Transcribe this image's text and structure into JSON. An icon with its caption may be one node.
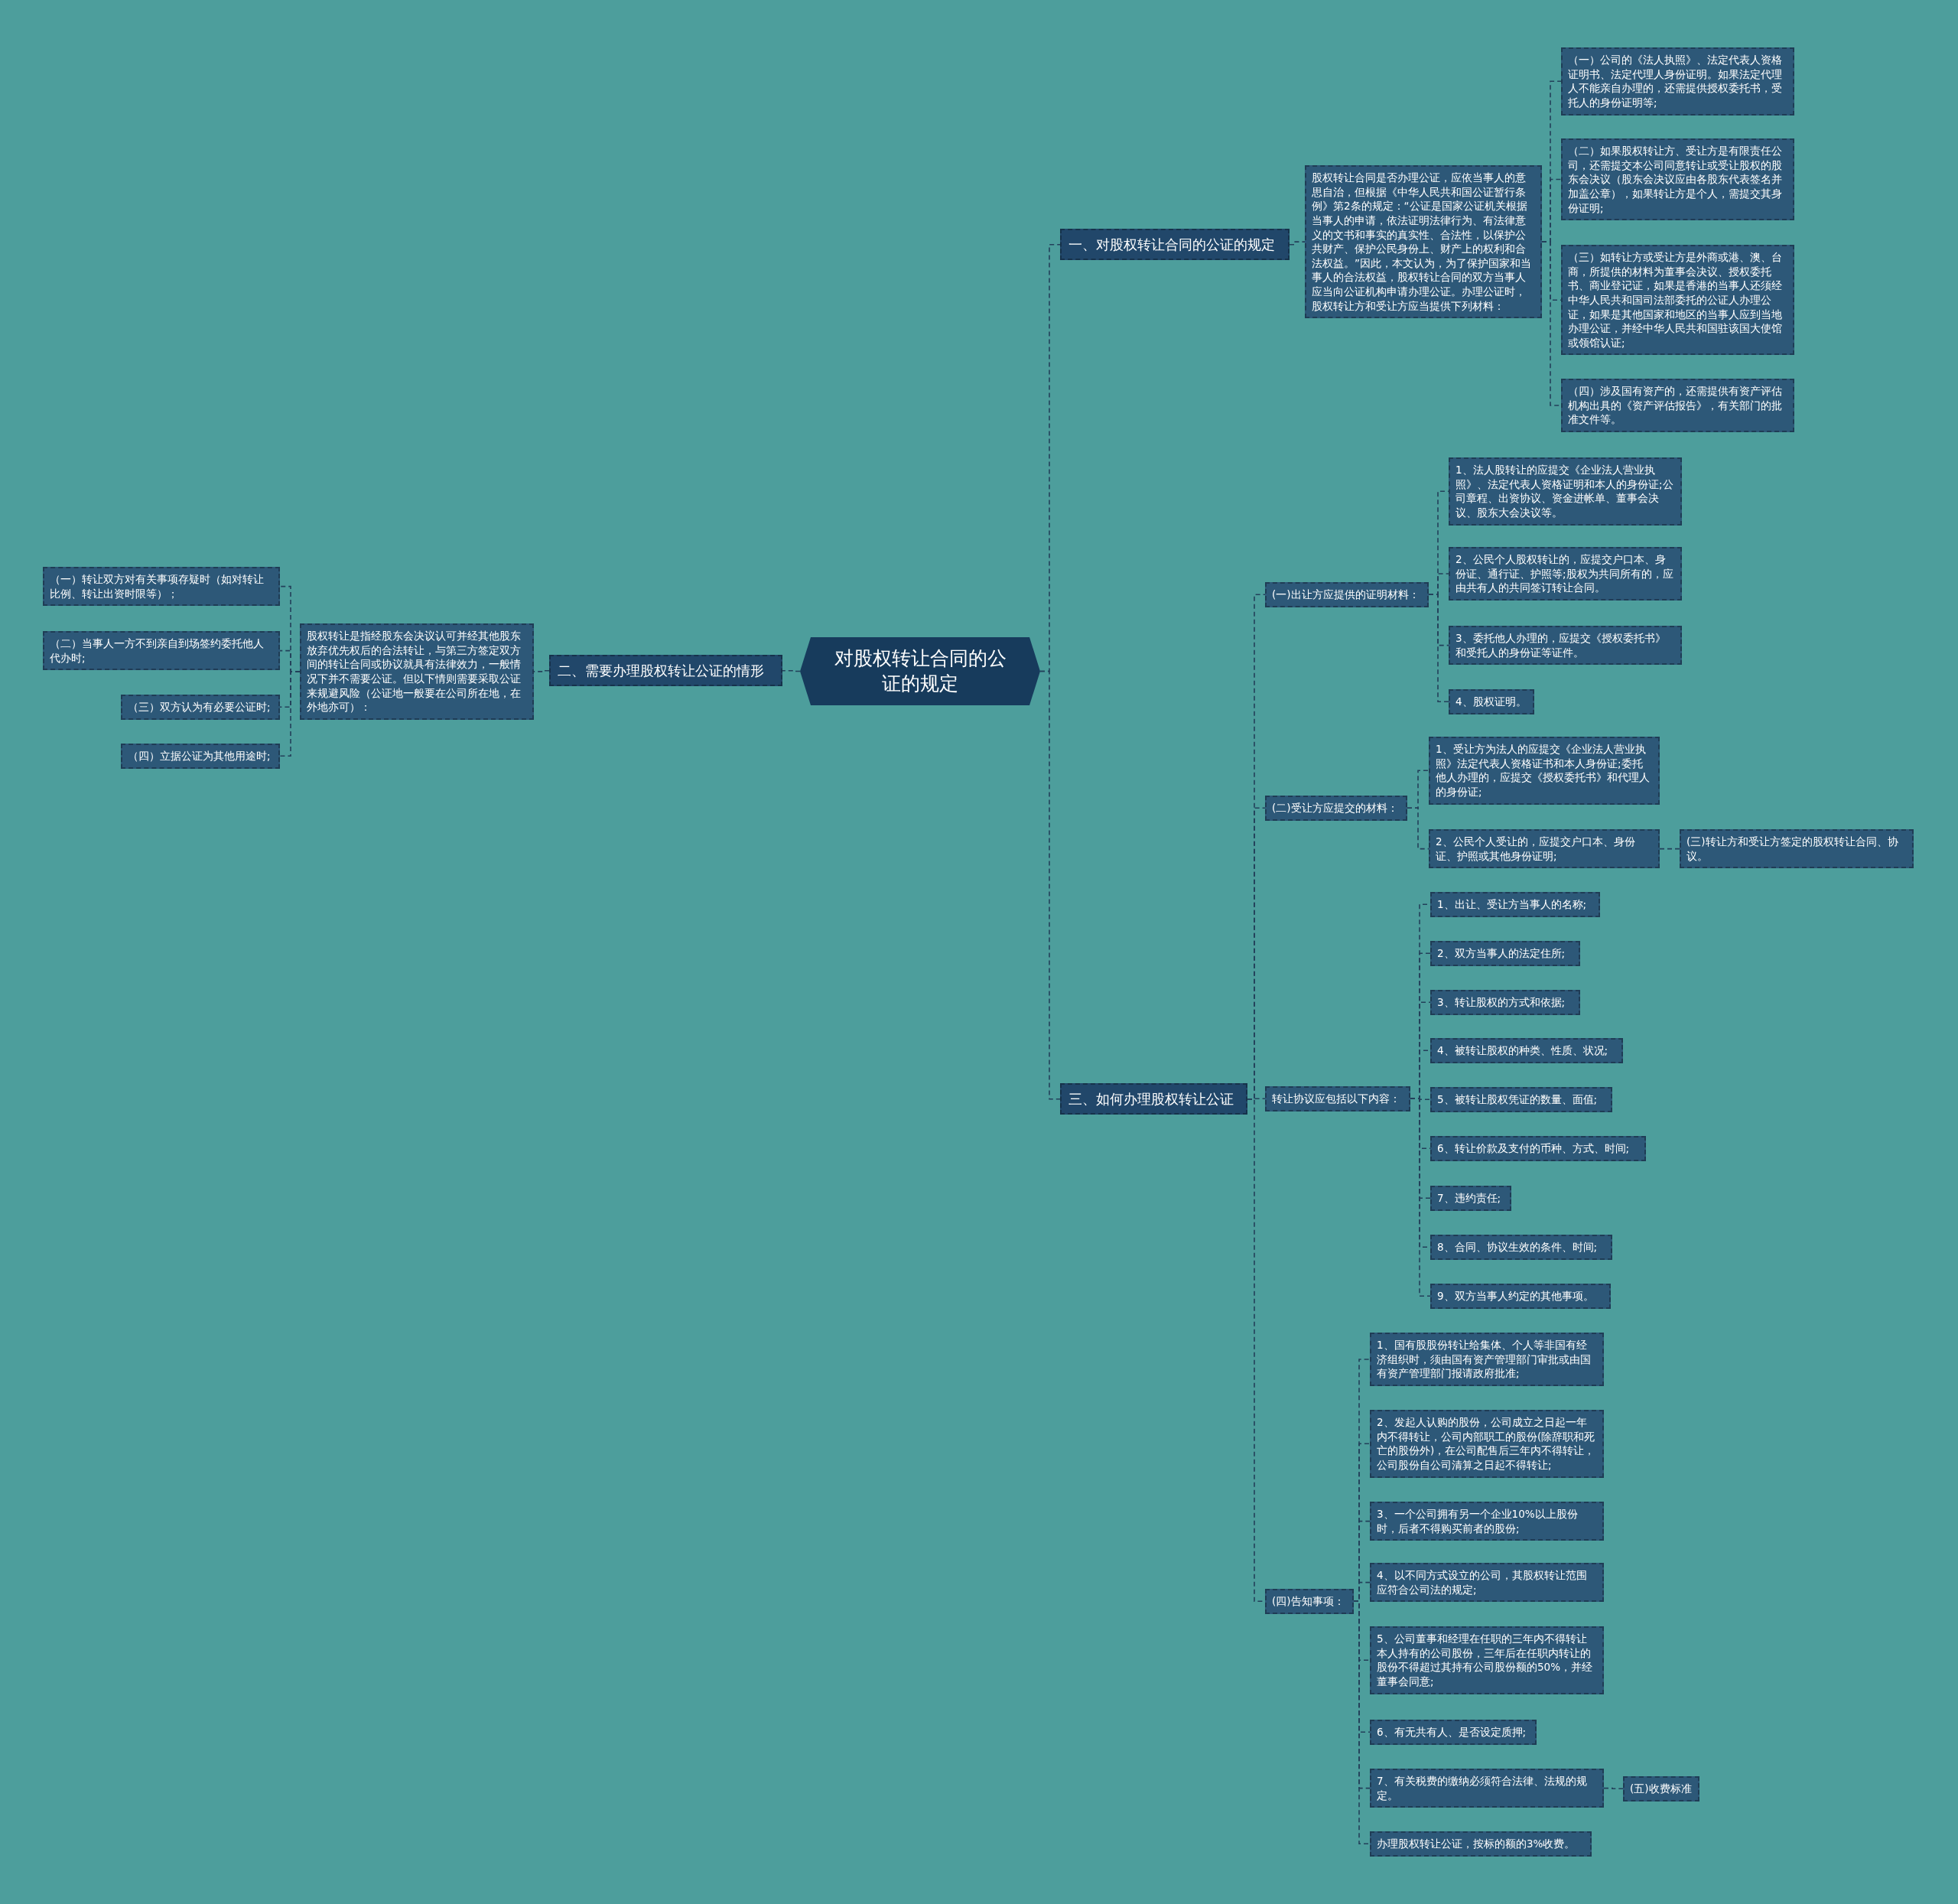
{
  "diagram": {
    "nodes": [
      {
        "text": [
          "对股权转让合同的公证的规定"
        ]
      },
      {
        "text": [
          "一、对股权转让合同的公证的规定"
        ]
      },
      {
        "text": [
          "股权转让合同是否办理公证，应依当事人的意思自治，但根据《中华人民共和国公证暂行条例》第2条的规定：“公证是国家公证机关根据当事人的申请，依法证明法律行为、有法律意义的文书和事实的真实性、合法性，以保护公共财产、保护公民身份上、财产上的权利和合法权益。”因此，本文认为，为了保护国家和当事人的合法权益，股权转让合同的双方当事人应当向公证机构申请办理公证。办理公证时，股权转让方和受让方应当提供下列材料："
        ]
      },
      {
        "text": [
          "（一）公司的《法人执照》、法定代表人资格证明书、法定代理人身份证明。如果法定代理人不能亲自办理的，还需提供授权委托书，受托人的身份证明等;"
        ]
      },
      {
        "text": [
          "（二）如果股权转让方、受让方是有限责任公司，还需提交本公司同意转让或受让股权的股东会决议（股东会决议应由各股东代表签名并加盖公章），如果转让方是个人，需提交其身份证明;"
        ]
      },
      {
        "text": [
          "（三）如转让方或受让方是外商或港、澳、台商，所提供的材料为董事会决议、授权委托书、商业登记证，如果是香港的当事人还须经中华人民共和国司法部委托的公证人办理公证，如果是其他国家和地区的当事人应到当地办理公证，并经中华人民共和国驻该国大使馆或领馆认证;"
        ]
      },
      {
        "text": [
          "（四）涉及国有资产的，还需提供有资产评估机构出具的《资产评估报告》，有关部门的批准文件等。"
        ]
      },
      {
        "text": [
          "二、需要办理股权转让公证的情形"
        ]
      },
      {
        "text": [
          "股权转让是指经股东会决议认可并经其他股东放弃优先权后的合法转让，与第三方签定双方间的转让合同或协议就具有法律效力，一般情况下并不需要公证。但以下情则需要采取公证来规避风险（公证地一般要在公司所在地，在外地亦可）："
        ]
      },
      {
        "text": [
          "（一）转让双方对有关事项存疑时（如对转让比例、转让出资时限等）；"
        ]
      },
      {
        "text": [
          "（二）当事人一方不到亲自到场签约委托他人代办时;"
        ]
      },
      {
        "text": [
          "（三）双方认为有必要公证时;"
        ]
      },
      {
        "text": [
          "（四）立据公证为其他用途时;"
        ]
      },
      {
        "text": [
          "三、如何办理股权转让公证"
        ]
      },
      {
        "text": [
          "(一)出让方应提供的证明材料："
        ]
      },
      {
        "text": [
          "1、法人股转让的应提交《企业法人营业执照》、法定代表人资格证明和本人的身份证;公司章程、出资协议、资金进帐单、董事会决议、股东大会决议等。"
        ]
      },
      {
        "text": [
          "2、公民个人股权转让的，应提交户口本、身份证、通行证、护照等;股权为共同所有的，应由共有人的共同签订转让合同。"
        ]
      },
      {
        "text": [
          "3、委托他人办理的，应提交《授权委托书》和受托人的身份证等证件。"
        ]
      },
      {
        "text": [
          "4、股权证明。"
        ]
      },
      {
        "text": [
          "(二)受让方应提交的材料："
        ]
      },
      {
        "text": [
          "1、受让方为法人的应提交《企业法人营业执照》法定代表人资格证书和本人身份证;委托他人办理的，应提交《授权委托书》和代理人的身份证;"
        ]
      },
      {
        "text": [
          "2、公民个人受让的，应提交户口本、身份证、护照或其他身份证明;"
        ]
      },
      {
        "text": [
          "(三)转让方和受让方签定的股权转让合同、协议。"
        ]
      },
      {
        "text": [
          "转让协议应包括以下内容："
        ]
      },
      {
        "text": [
          "1、出让、受让方当事人的名称;"
        ]
      },
      {
        "text": [
          "2、双方当事人的法定住所;"
        ]
      },
      {
        "text": [
          "3、转让股权的方式和依据;"
        ]
      },
      {
        "text": [
          "4、被转让股权的种类、性质、状况;"
        ]
      },
      {
        "text": [
          "5、被转让股权凭证的数量、面值;"
        ]
      },
      {
        "text": [
          "6、转让价款及支付的币种、方式、时间;"
        ]
      },
      {
        "text": [
          "7、违约责任;"
        ]
      },
      {
        "text": [
          "8、合同、协议生效的条件、时间;"
        ]
      },
      {
        "text": [
          "9、双方当事人约定的其他事项。"
        ]
      },
      {
        "text": [
          "(四)告知事项："
        ]
      },
      {
        "text": [
          "1、国有股股份转让给集体、个人等非国有经济组织时，须由国有资产管理部门审批或由国有资产管理部门报请政府批准;"
        ]
      },
      {
        "text": [
          "2、发起人认购的股份，公司成立之日起一年内不得转让，公司内部职工的股份(除辞职和死亡的股份外)，在公司配售后三年内不得转让，公司股份自公司清算之日起不得转让;"
        ]
      },
      {
        "text": [
          "3、一个公司拥有另一个企业10%以上股份时，后者不得购买前者的股份;"
        ]
      },
      {
        "text": [
          "4、以不同方式设立的公司，其股权转让范围应符合公司法的规定;"
        ]
      },
      {
        "text": [
          "5、公司董事和经理在任职的三年内不得转让本人持有的公司股份，三年后在任职内转让的股份不得超过其持有公司股份额的50%，并经董事会同意;"
        ]
      },
      {
        "text": [
          "6、有无共有人、是否设定质押;"
        ]
      },
      {
        "text": [
          "7、有关税费的缴纳必须符合法律、法规的规定。"
        ]
      },
      {
        "text": [
          "办理股权转让公证，按标的额的3%收费。"
        ]
      },
      {
        "text": [
          "(五)收费标准"
        ]
      }
    ],
    "edges": [
      {
        "from": 0,
        "to": 1,
        "arrow": "none"
      },
      {
        "from": 1,
        "to": 2,
        "arrow": "none"
      },
      {
        "from": 2,
        "to": 3,
        "arrow": "none"
      },
      {
        "from": 2,
        "to": 4,
        "arrow": "none"
      },
      {
        "from": 2,
        "to": 5,
        "arrow": "none"
      },
      {
        "from": 2,
        "to": 6,
        "arrow": "none"
      },
      {
        "from": 0,
        "to": 7,
        "arrow": "none"
      },
      {
        "from": 7,
        "to": 8,
        "arrow": "none"
      },
      {
        "from": 8,
        "to": 9,
        "arrow": "none"
      },
      {
        "from": 8,
        "to": 10,
        "arrow": "none"
      },
      {
        "from": 8,
        "to": 11,
        "arrow": "none"
      },
      {
        "from": 8,
        "to": 12,
        "arrow": "none"
      },
      {
        "from": 0,
        "to": 13,
        "arrow": "none"
      },
      {
        "from": 13,
        "to": 14,
        "arrow": "none"
      },
      {
        "from": 14,
        "to": 15,
        "arrow": "none"
      },
      {
        "from": 14,
        "to": 16,
        "arrow": "none"
      },
      {
        "from": 14,
        "to": 17,
        "arrow": "none"
      },
      {
        "from": 14,
        "to": 18,
        "arrow": "none"
      },
      {
        "from": 13,
        "to": 19,
        "arrow": "none"
      },
      {
        "from": 19,
        "to": 20,
        "arrow": "none"
      },
      {
        "from": 19,
        "to": 21,
        "arrow": "none"
      },
      {
        "from": 21,
        "to": 22,
        "arrow": "none"
      },
      {
        "from": 13,
        "to": 23,
        "arrow": "none"
      },
      {
        "from": 23,
        "to": 24,
        "arrow": "none"
      },
      {
        "from": 23,
        "to": 25,
        "arrow": "none"
      },
      {
        "from": 23,
        "to": 26,
        "arrow": "none"
      },
      {
        "from": 23,
        "to": 27,
        "arrow": "none"
      },
      {
        "from": 23,
        "to": 28,
        "arrow": "none"
      },
      {
        "from": 23,
        "to": 29,
        "arrow": "none"
      },
      {
        "from": 23,
        "to": 30,
        "arrow": "none"
      },
      {
        "from": 23,
        "to": 31,
        "arrow": "none"
      },
      {
        "from": 23,
        "to": 32,
        "arrow": "none"
      },
      {
        "from": 13,
        "to": 33,
        "arrow": "none"
      },
      {
        "from": 33,
        "to": 34,
        "arrow": "none"
      },
      {
        "from": 33,
        "to": 35,
        "arrow": "none"
      },
      {
        "from": 33,
        "to": 36,
        "arrow": "none"
      },
      {
        "from": 33,
        "to": 37,
        "arrow": "none"
      },
      {
        "from": 33,
        "to": 38,
        "arrow": "none"
      },
      {
        "from": 33,
        "to": 39,
        "arrow": "none"
      },
      {
        "from": 33,
        "to": 40,
        "arrow": "none"
      },
      {
        "from": 33,
        "to": 41,
        "arrow": "none"
      },
      {
        "from": 40,
        "to": 42,
        "arrow": "none"
      }
    ]
  }
}
